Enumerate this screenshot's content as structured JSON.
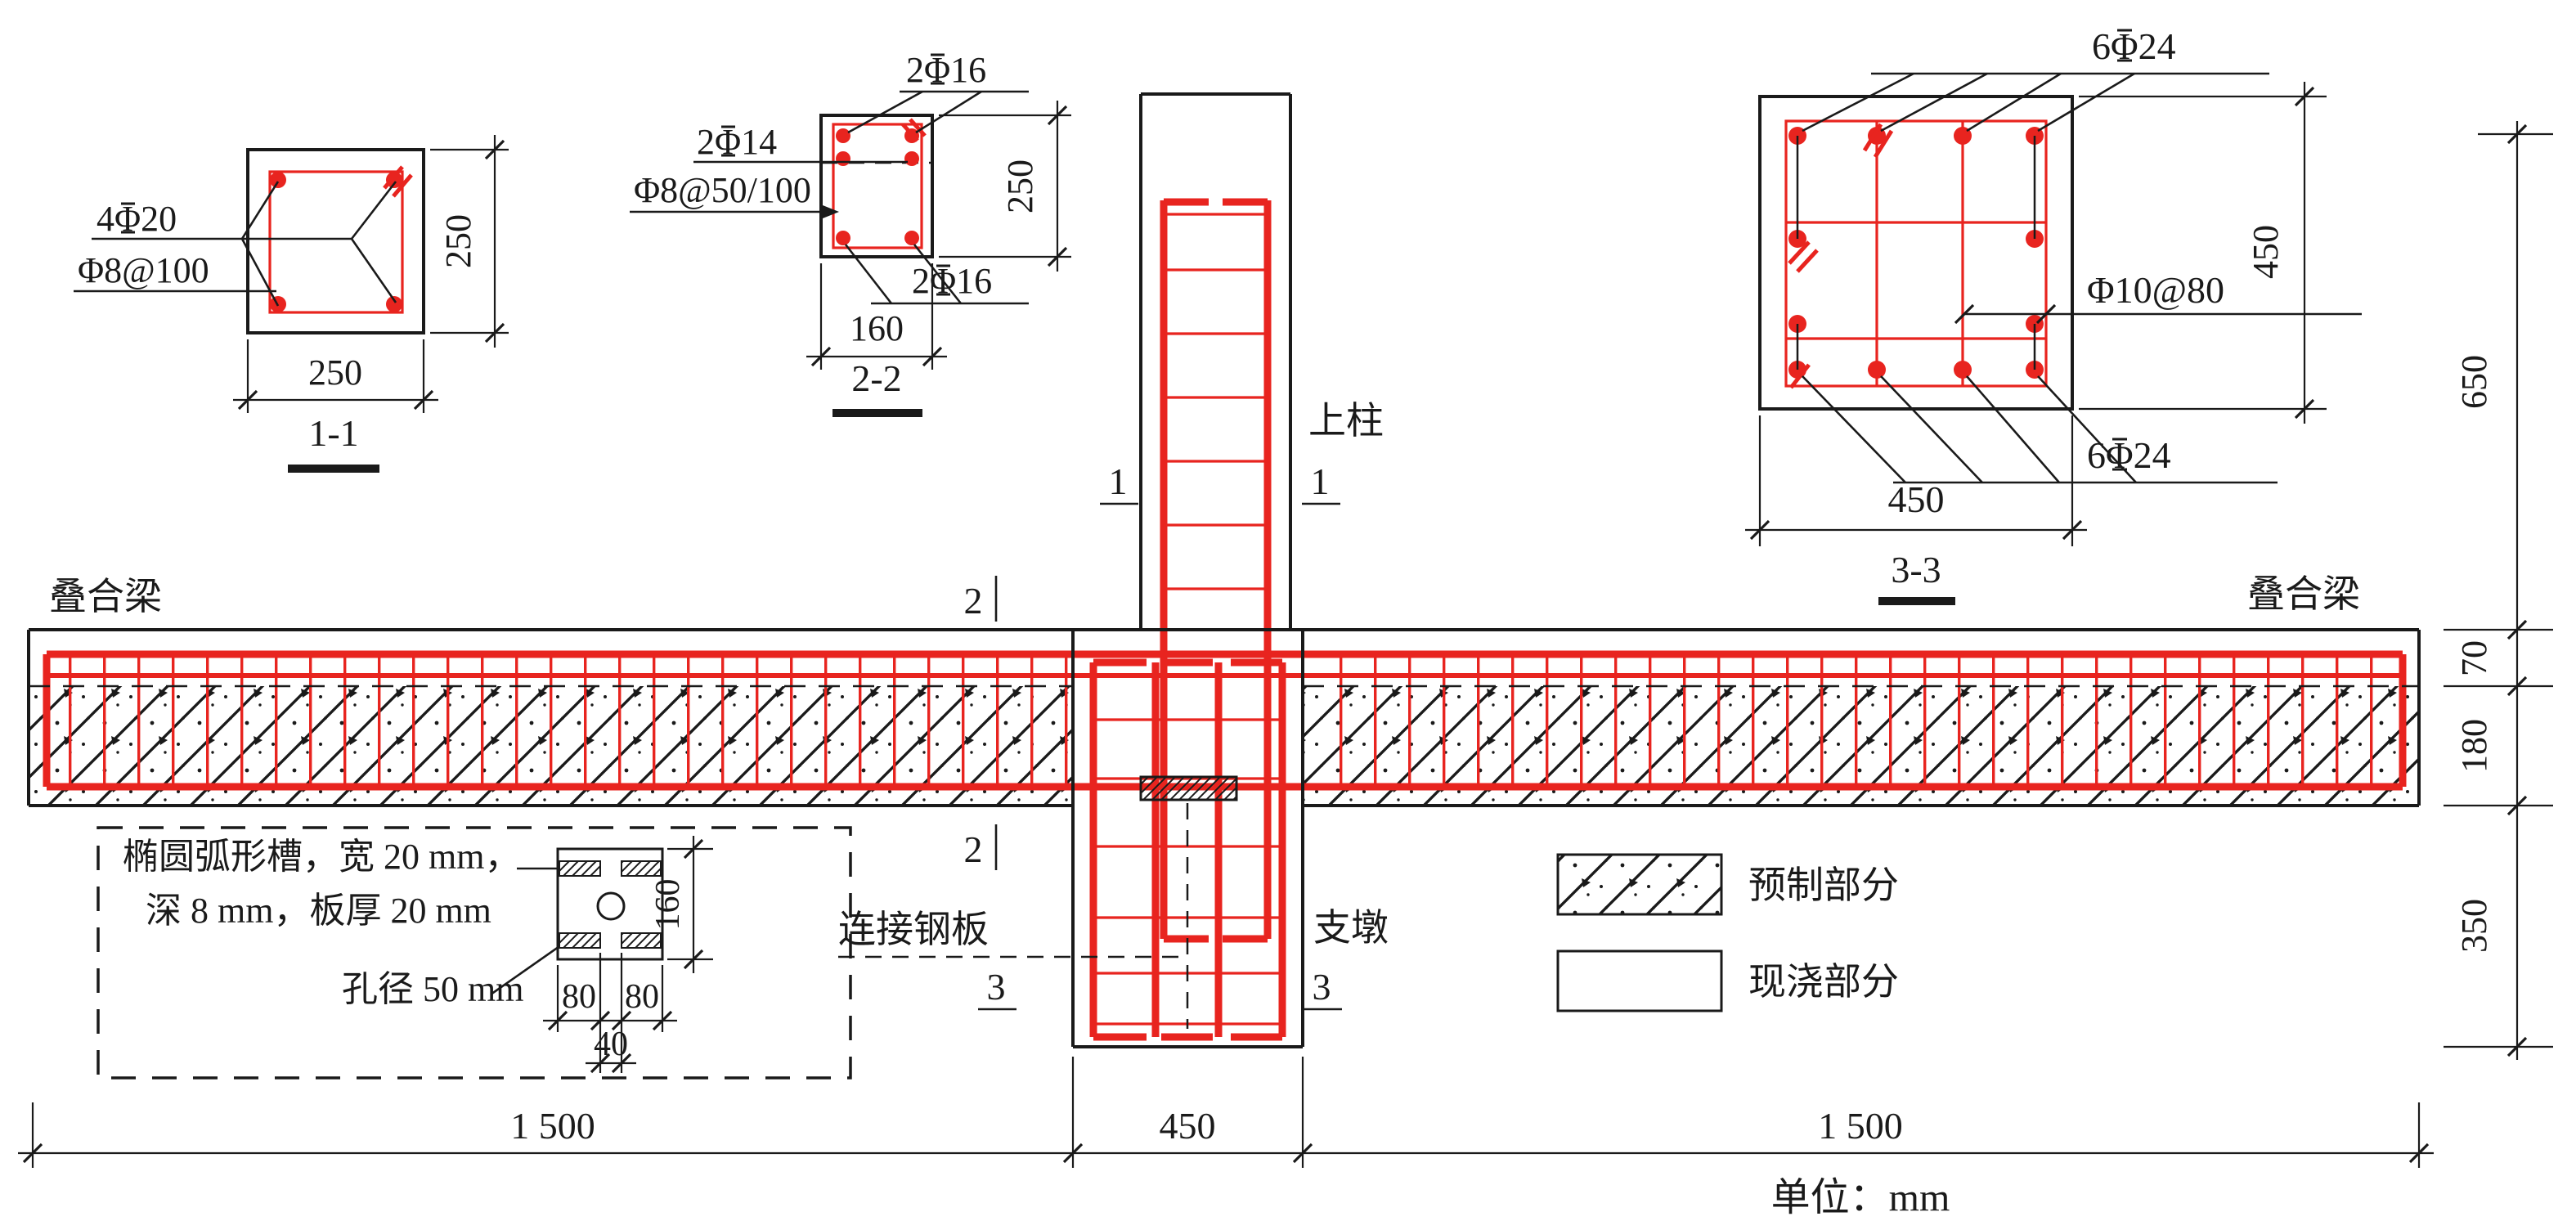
{
  "colors": {
    "rebar_red": "#e8241f",
    "ink_black": "#1a1a1a",
    "paper": "#ffffff"
  },
  "sections": {
    "s11": {
      "title": "1-1",
      "main_bars": "4Φ20",
      "stirrups": "Φ8@100",
      "width": "250",
      "height": "250"
    },
    "s22": {
      "title": "2-2",
      "top_bars": "2Φ16",
      "mid_bars": "2Φ14",
      "stirrups": "Φ8@50/100",
      "bottom_bars": "2Φ16",
      "width": "160",
      "height": "250"
    },
    "s33": {
      "title": "3-3",
      "top_bars": "6Φ24",
      "bottom_bars": "6Φ24",
      "stirrups": "Φ10@80",
      "width": "450",
      "height": "450"
    }
  },
  "elevation": {
    "upper_column": "上柱",
    "beam_left": "叠合梁",
    "beam_right": "叠合梁",
    "pier": "支墩",
    "plate_label": "连接钢板",
    "cut_marks": {
      "c1": "1",
      "c2": "2",
      "c3": "3"
    }
  },
  "detail_box": {
    "note_line1": "椭圆弧形槽，宽 20 mm，",
    "note_line2": "深 8 mm，板厚 20 mm",
    "hole_label": "孔径 50 mm",
    "height": "160",
    "left_slot": "80",
    "right_slot": "80",
    "middle_gap": "40"
  },
  "legend": {
    "precast": "预制部分",
    "cast_in_place": "现浇部分"
  },
  "dimensions": {
    "bottom_left_span": "1 500",
    "bottom_middle_span": "450",
    "bottom_right_span": "1 500",
    "right_650": "650",
    "right_70": "70",
    "right_180": "180",
    "right_350": "350",
    "unit_note": "单位：mm"
  }
}
